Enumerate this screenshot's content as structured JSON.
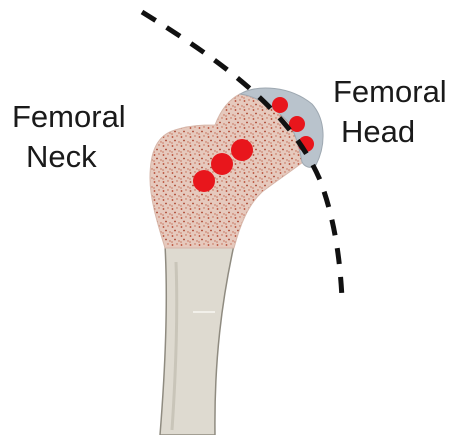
{
  "labels": {
    "neck_line1": "Femoral",
    "neck_line2": "Neck",
    "head_line1": "Femoral",
    "head_line2": "Head"
  },
  "colors": {
    "cancellous_bone": "#e6c9bd",
    "speckle": "#b5472f",
    "shaft": "#dedad0",
    "shaft_edge": "#8f8b80",
    "head_cartilage": "#b9c3cc",
    "markers": "#e8161c",
    "cut_line": "#111111"
  },
  "markers": {
    "neck_count": 3,
    "head_count": 3
  }
}
